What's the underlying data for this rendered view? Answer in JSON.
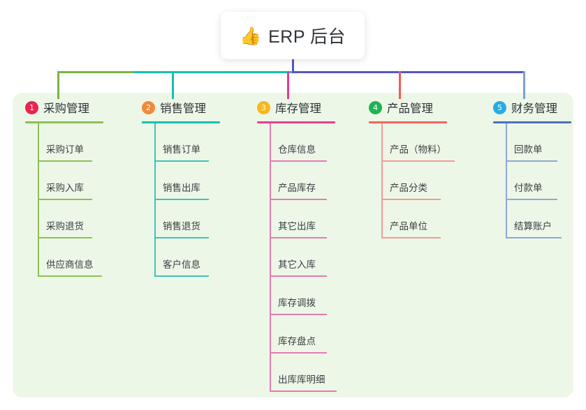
{
  "title": {
    "emoji": "👍",
    "emoji_name": "thumbs-up-icon",
    "text": "ERP 后台"
  },
  "colors": {
    "panel_bg": "#edf7e8",
    "page_bg": "#ffffff",
    "title_text": "#2f3337",
    "bus_green": "#7cb342",
    "bus_teal": "#16bfae",
    "bus_blue": "#5159c4",
    "drop_pink": "#e8398f",
    "drop_red": "#f05a57",
    "drop_blue": "#7e9fd8"
  },
  "columns": [
    {
      "number": "1",
      "label": "采购管理",
      "badge_color": "#e8244f",
      "rule_color": "#8cc152",
      "line_color": "#8cc152",
      "items": [
        "采购订单",
        "采购入库",
        "采购退货",
        "供应商信息"
      ]
    },
    {
      "number": "2",
      "label": "销售管理",
      "badge_color": "#f5883c",
      "rule_color": "#16bfae",
      "line_color": "#3fc3b6",
      "items": [
        "销售订单",
        "销售出库",
        "销售退货",
        "客户信息"
      ]
    },
    {
      "number": "3",
      "label": "库存管理",
      "badge_color": "#f5b820",
      "rule_color": "#ec3f8e",
      "line_color": "#e57bb0",
      "items": [
        "仓库信息",
        "产品库存",
        "其它出库",
        "其它入库",
        "库存调拨",
        "库存盘点",
        "出库库明细"
      ]
    },
    {
      "number": "4",
      "label": "产品管理",
      "badge_color": "#1eb355",
      "rule_color": "#f5655f",
      "line_color": "#f19a94",
      "items": [
        "产品（物料）",
        "产品分类",
        "产品单位"
      ]
    },
    {
      "number": "5",
      "label": "财务管理",
      "badge_color": "#29abe2",
      "rule_color": "#4a6fc0",
      "line_color": "#8ba8d8",
      "items": [
        "回款单",
        "付款单",
        "结算账户"
      ]
    }
  ]
}
